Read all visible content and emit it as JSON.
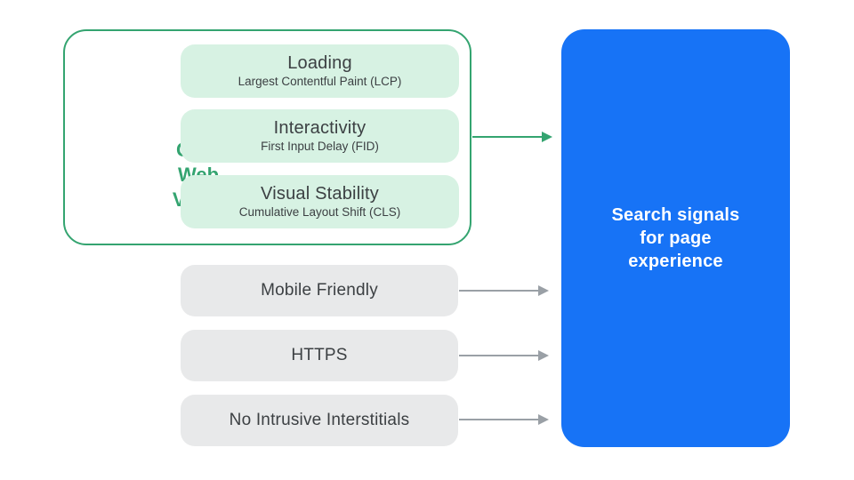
{
  "core_web_vitals": {
    "label": "Core Web Vitals",
    "items": [
      {
        "title": "Loading",
        "subtitle": "Largest Contentful Paint (LCP)"
      },
      {
        "title": "Interactivity",
        "subtitle": "First Input Delay (FID)"
      },
      {
        "title": "Visual Stability",
        "subtitle": "Cumulative Layout Shift (CLS)"
      }
    ]
  },
  "other_signals": [
    "Mobile Friendly",
    "HTTPS",
    "No Intrusive Interstitials"
  ],
  "result": {
    "label": "Search signals for page experience"
  },
  "colors": {
    "green": "#34a470",
    "green_fill": "#d7f2e3",
    "blue": "#1773f6",
    "gray_fill": "#e8e9ea",
    "arrow_gray": "#9aa0a6",
    "text_dark": "#3c4043",
    "white_text": "#ffffff"
  }
}
